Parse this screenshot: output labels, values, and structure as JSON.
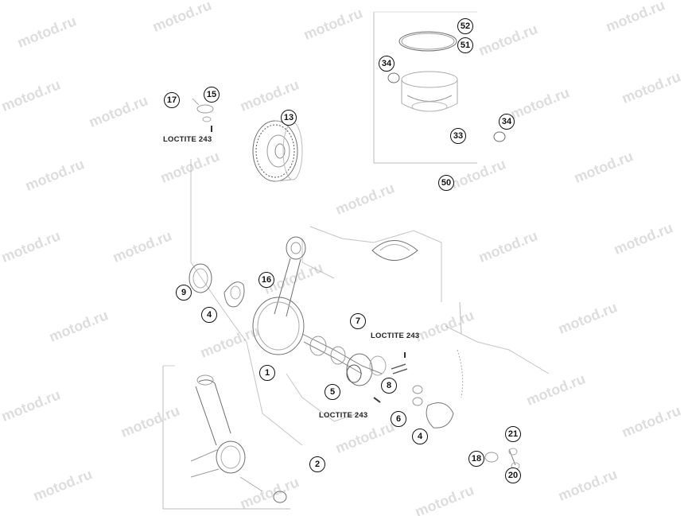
{
  "watermark": "motod.ru",
  "notes": {
    "n1": "LOCTITE 243",
    "n2": "LOCTITE 243",
    "n3": "LOCTITE 243"
  },
  "callouts": {
    "c52": "52",
    "c51": "51",
    "c34a": "34",
    "c34b": "34",
    "c33": "33",
    "c17": "17",
    "c15": "15",
    "c13": "13",
    "c50": "50",
    "c9": "9",
    "c4a": "4",
    "c16": "16",
    "c7": "7",
    "c1": "1",
    "c8": "8",
    "c5": "5",
    "c6": "6",
    "c4b": "4",
    "c2": "2",
    "c21": "21",
    "c18": "18",
    "c20": "20"
  }
}
